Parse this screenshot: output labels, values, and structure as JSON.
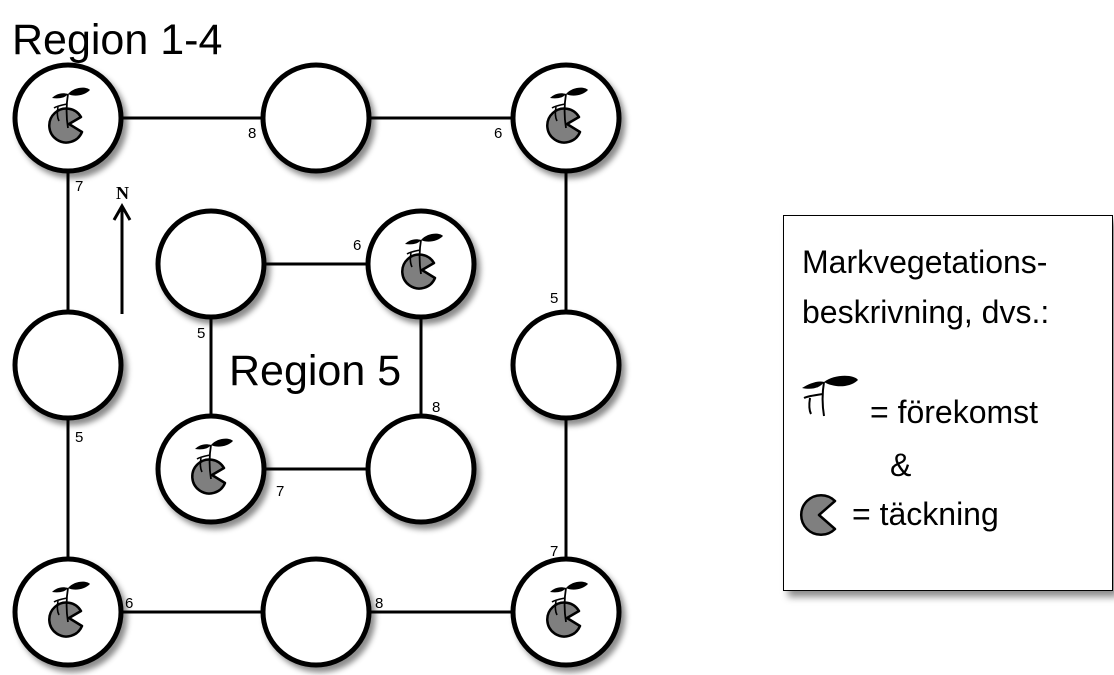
{
  "regions": {
    "outer_label": "Region 1-4",
    "inner_label": "Region 5"
  },
  "compass": {
    "north_label": "N"
  },
  "plots": [
    {
      "id": "outer-nw",
      "ring": "outer",
      "symbols": true
    },
    {
      "id": "outer-n",
      "ring": "outer",
      "symbols": false
    },
    {
      "id": "outer-ne",
      "ring": "outer",
      "symbols": true
    },
    {
      "id": "outer-e",
      "ring": "outer",
      "symbols": false
    },
    {
      "id": "outer-se",
      "ring": "outer",
      "symbols": true
    },
    {
      "id": "outer-s",
      "ring": "outer",
      "symbols": false
    },
    {
      "id": "outer-sw",
      "ring": "outer",
      "symbols": true
    },
    {
      "id": "outer-w",
      "ring": "outer",
      "symbols": false
    },
    {
      "id": "inner-nw",
      "ring": "inner",
      "symbols": false
    },
    {
      "id": "inner-ne",
      "ring": "inner",
      "symbols": true
    },
    {
      "id": "inner-se",
      "ring": "inner",
      "symbols": false
    },
    {
      "id": "inner-sw",
      "ring": "inner",
      "symbols": true
    }
  ],
  "edge_numbers": {
    "outer_top_left": "8",
    "outer_top_right": "6",
    "outer_left_top": "7",
    "outer_left_bottom": "5",
    "outer_right_top": "5",
    "outer_right_bottom": "7",
    "outer_bottom_left": "6",
    "outer_bottom_right": "8",
    "inner_top": "6",
    "inner_left": "5",
    "inner_right": "8",
    "inner_bottom": "7"
  },
  "legend": {
    "line1": "Markvegetations-",
    "line2": "beskrivning, dvs.:",
    "presence_text": "= förekomst",
    "and_text": "&",
    "cover_text": "= täckning",
    "presence_icon": "seedling-icon",
    "cover_icon": "pacman-cover-icon"
  },
  "colors": {
    "cover_fill": "#7f7f7f",
    "line": "#000000",
    "legend_bg": "#ffffff"
  }
}
